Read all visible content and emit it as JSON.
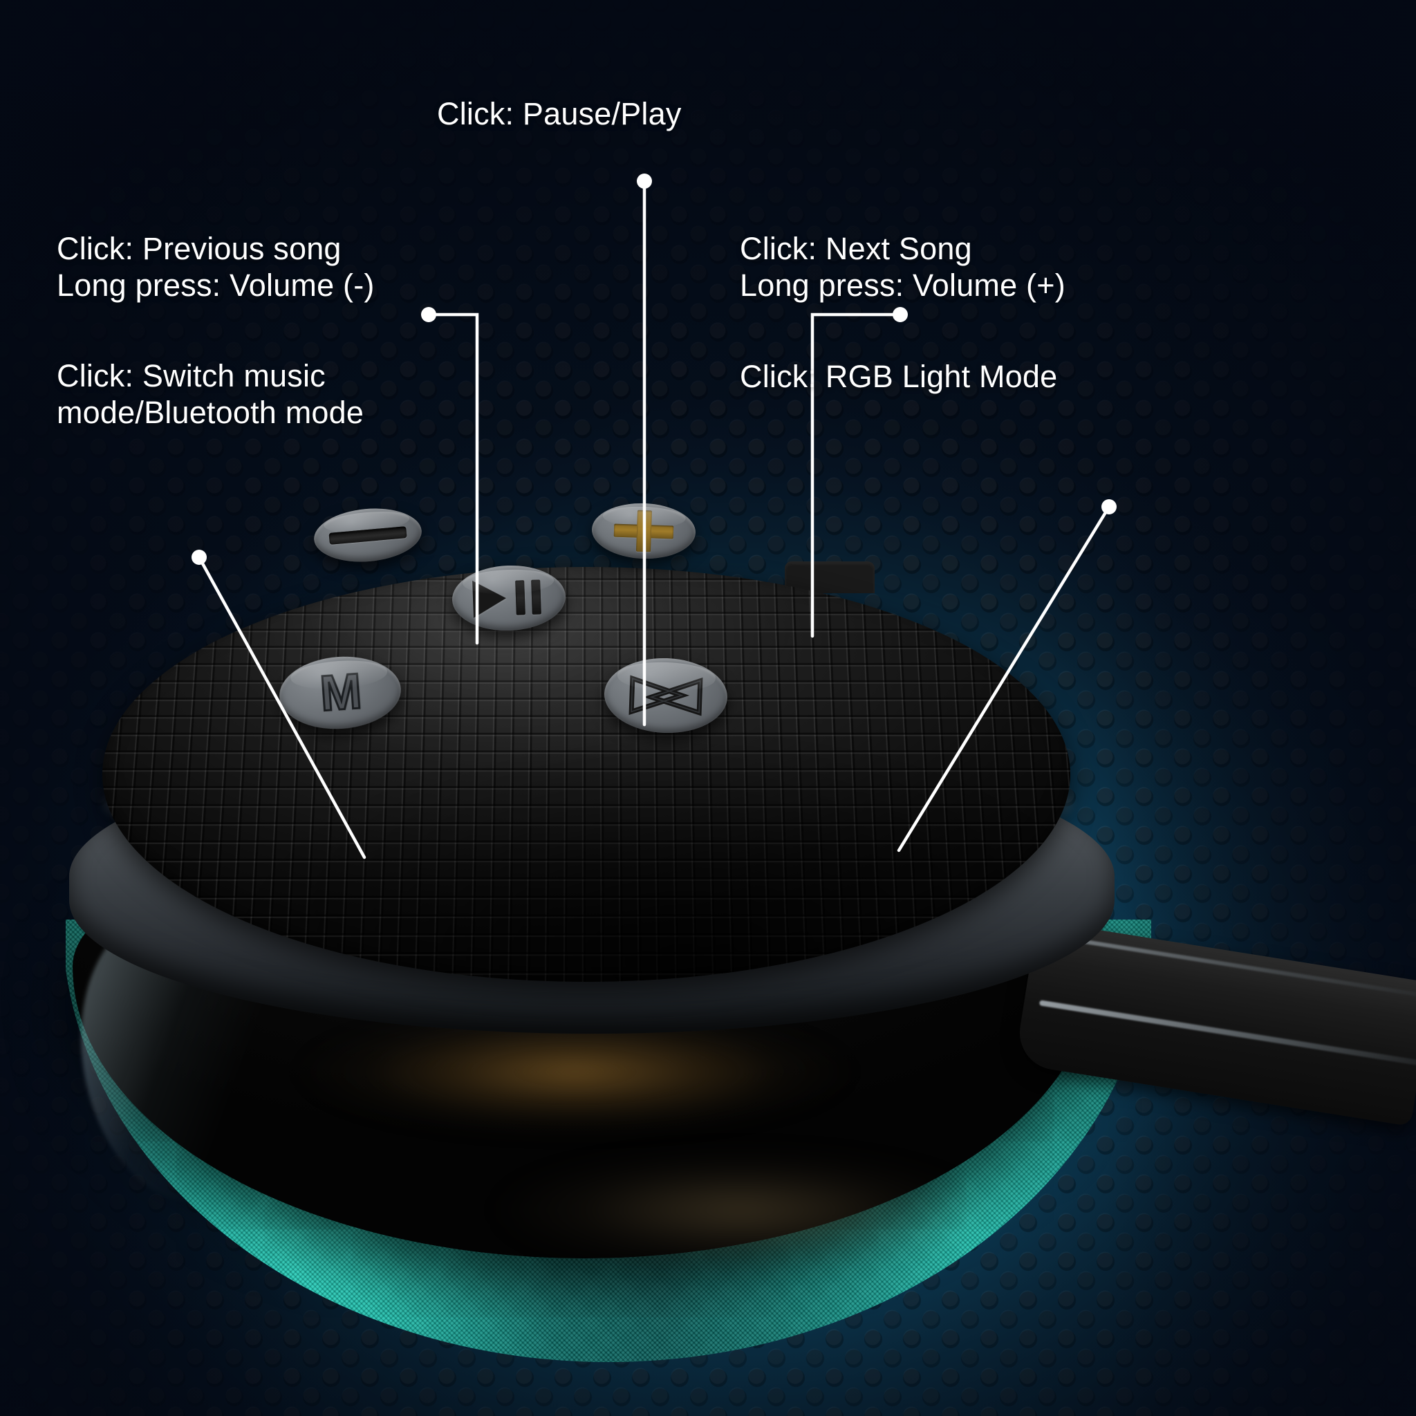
{
  "theme": {
    "background_navy": "#091225",
    "background_blue": "#15597c",
    "accent_teal": "#20c4b2",
    "label_color": "#ffffff",
    "callout_line_color": "#ffffff",
    "plus_glyph_color": "#a07c2a",
    "button_grey": "#6a6f74"
  },
  "product": {
    "name": "portable-bluetooth-speaker",
    "top_plate_finish": "black-waffle-textured",
    "body_finish": "teal-fabric",
    "accessory": "wrist-strap"
  },
  "callouts": [
    {
      "id": "pause-play",
      "target_button": "play-pause-button",
      "lines": [
        "Click: Pause/Play"
      ],
      "text": "Click: Pause/Play"
    },
    {
      "id": "previous-song",
      "target_button": "minus-button",
      "lines": [
        "Click: Previous song",
        "Long press: Volume (-)"
      ],
      "text": "Click: Previous song\nLong press: Volume (-)"
    },
    {
      "id": "switch-mode",
      "target_button": "mode-button",
      "lines": [
        "Click: Switch music",
        "mode/Bluetooth mode"
      ],
      "text": "Click: Switch music\nmode/Bluetooth mode"
    },
    {
      "id": "next-song",
      "target_button": "plus-button",
      "lines": [
        "Click: Next Song",
        "Long press: Volume (+)"
      ],
      "text": "Click: Next Song\nLong press: Volume (+)"
    },
    {
      "id": "rgb-light",
      "target_button": "rgb-light-button",
      "lines": [
        "Click: RGB Light Mode"
      ],
      "text": "Click: RGB Light Mode"
    }
  ],
  "buttons": [
    {
      "id": "minus-button",
      "glyph": "minus-icon",
      "label": "Volume down / previous"
    },
    {
      "id": "plus-button",
      "glyph": "plus-icon",
      "label": "Volume up / next"
    },
    {
      "id": "play-pause-button",
      "glyph": "play-pause-icon",
      "label": "Play or pause"
    },
    {
      "id": "mode-button",
      "glyph": "letter-m-icon",
      "glyph_text": "M",
      "label": "Mode switch"
    },
    {
      "id": "rgb-light-button",
      "glyph": "rgb-light-icon",
      "label": "RGB light mode"
    }
  ]
}
